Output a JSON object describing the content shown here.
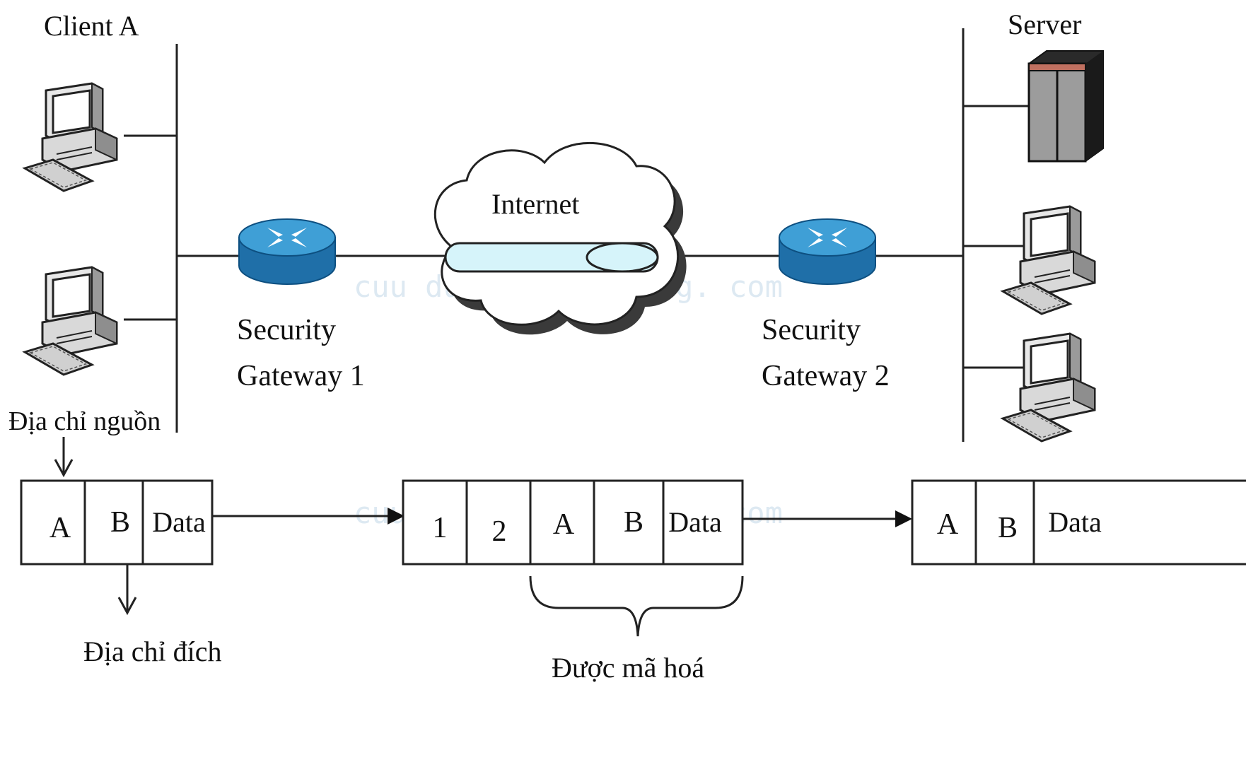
{
  "labels": {
    "client_a": "Client A",
    "server": "Server",
    "internet": "Internet",
    "gateway1_line1": "Security",
    "gateway1_line2": "Gateway 1",
    "gateway2_line1": "Security",
    "gateway2_line2": "Gateway 2",
    "source_address": "Địa chỉ nguồn",
    "dest_address": "Địa chỉ đích",
    "encrypted": "Được mã hoá"
  },
  "watermark": "cuu duong than cong. com",
  "packets": {
    "original": [
      "A",
      "B",
      "Data"
    ],
    "tunneled": [
      "1",
      "2",
      "A",
      "B",
      "Data"
    ],
    "delivered": [
      "A",
      "B",
      "Data"
    ]
  },
  "colors": {
    "router_top": "#3f9fd6",
    "router_side": "#1f6fa8",
    "tunnel": "#d6f4fa",
    "line": "#222222",
    "watermark": "#dde9f2"
  }
}
